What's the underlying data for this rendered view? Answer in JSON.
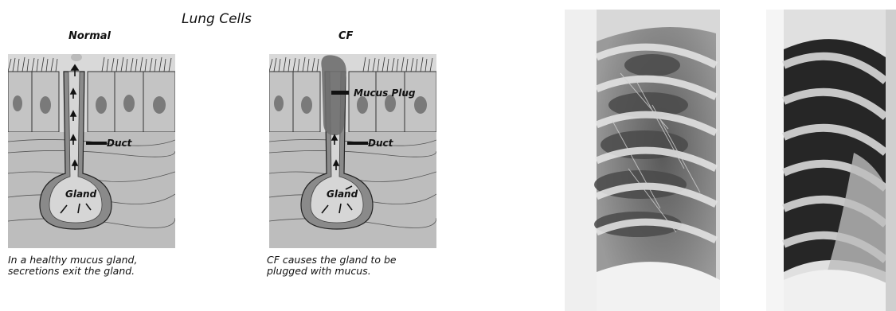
{
  "diagram": {
    "title": "Lung Cells",
    "normal": {
      "heading": "Normal",
      "labels": {
        "duct": "Duct",
        "gland": "Gland"
      },
      "caption_lines": [
        "In a healthy mucus gland,",
        "secretions exit the gland."
      ]
    },
    "cf": {
      "heading": "CF",
      "labels": {
        "mucus_plug": "Mucus Plug",
        "duct": "Duct",
        "gland": "Gland"
      },
      "caption_lines": [
        "CF causes the gland to be",
        "plugged with mucus."
      ]
    }
  },
  "xrays": {
    "count": 2
  }
}
